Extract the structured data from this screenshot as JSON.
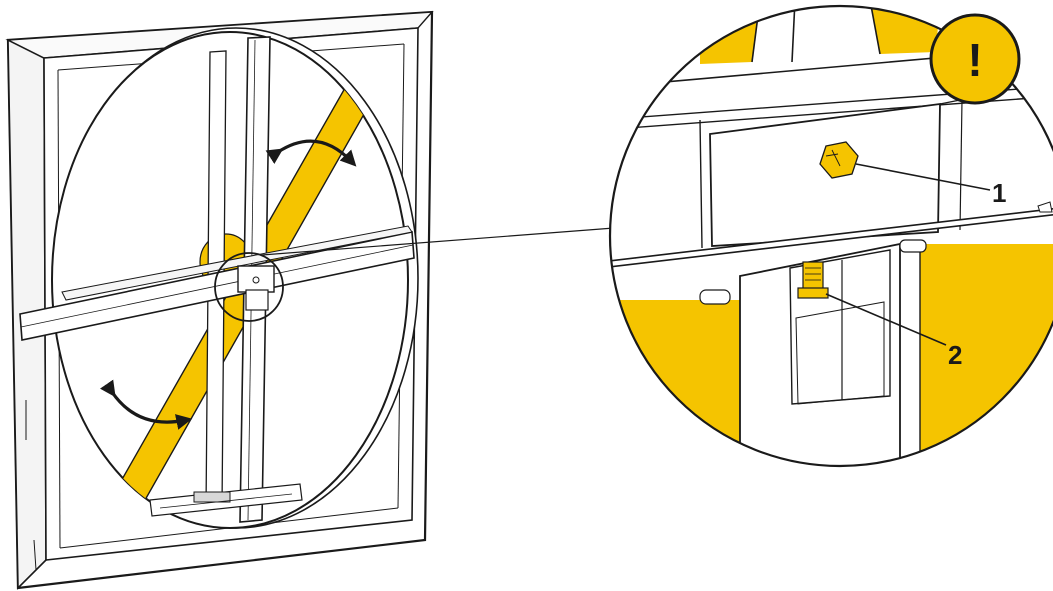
{
  "figure": {
    "colors": {
      "accent": "#f5c400",
      "line": "#1a1a1a",
      "background": "#ffffff"
    },
    "callouts": [
      {
        "id": "1",
        "label": "1"
      },
      {
        "id": "2",
        "label": "2"
      }
    ],
    "warning": {
      "icon": "exclamation-warning-icon",
      "glyph": "!"
    },
    "arrows": [
      "rotation-arrow-upper",
      "rotation-arrow-lower"
    ]
  }
}
